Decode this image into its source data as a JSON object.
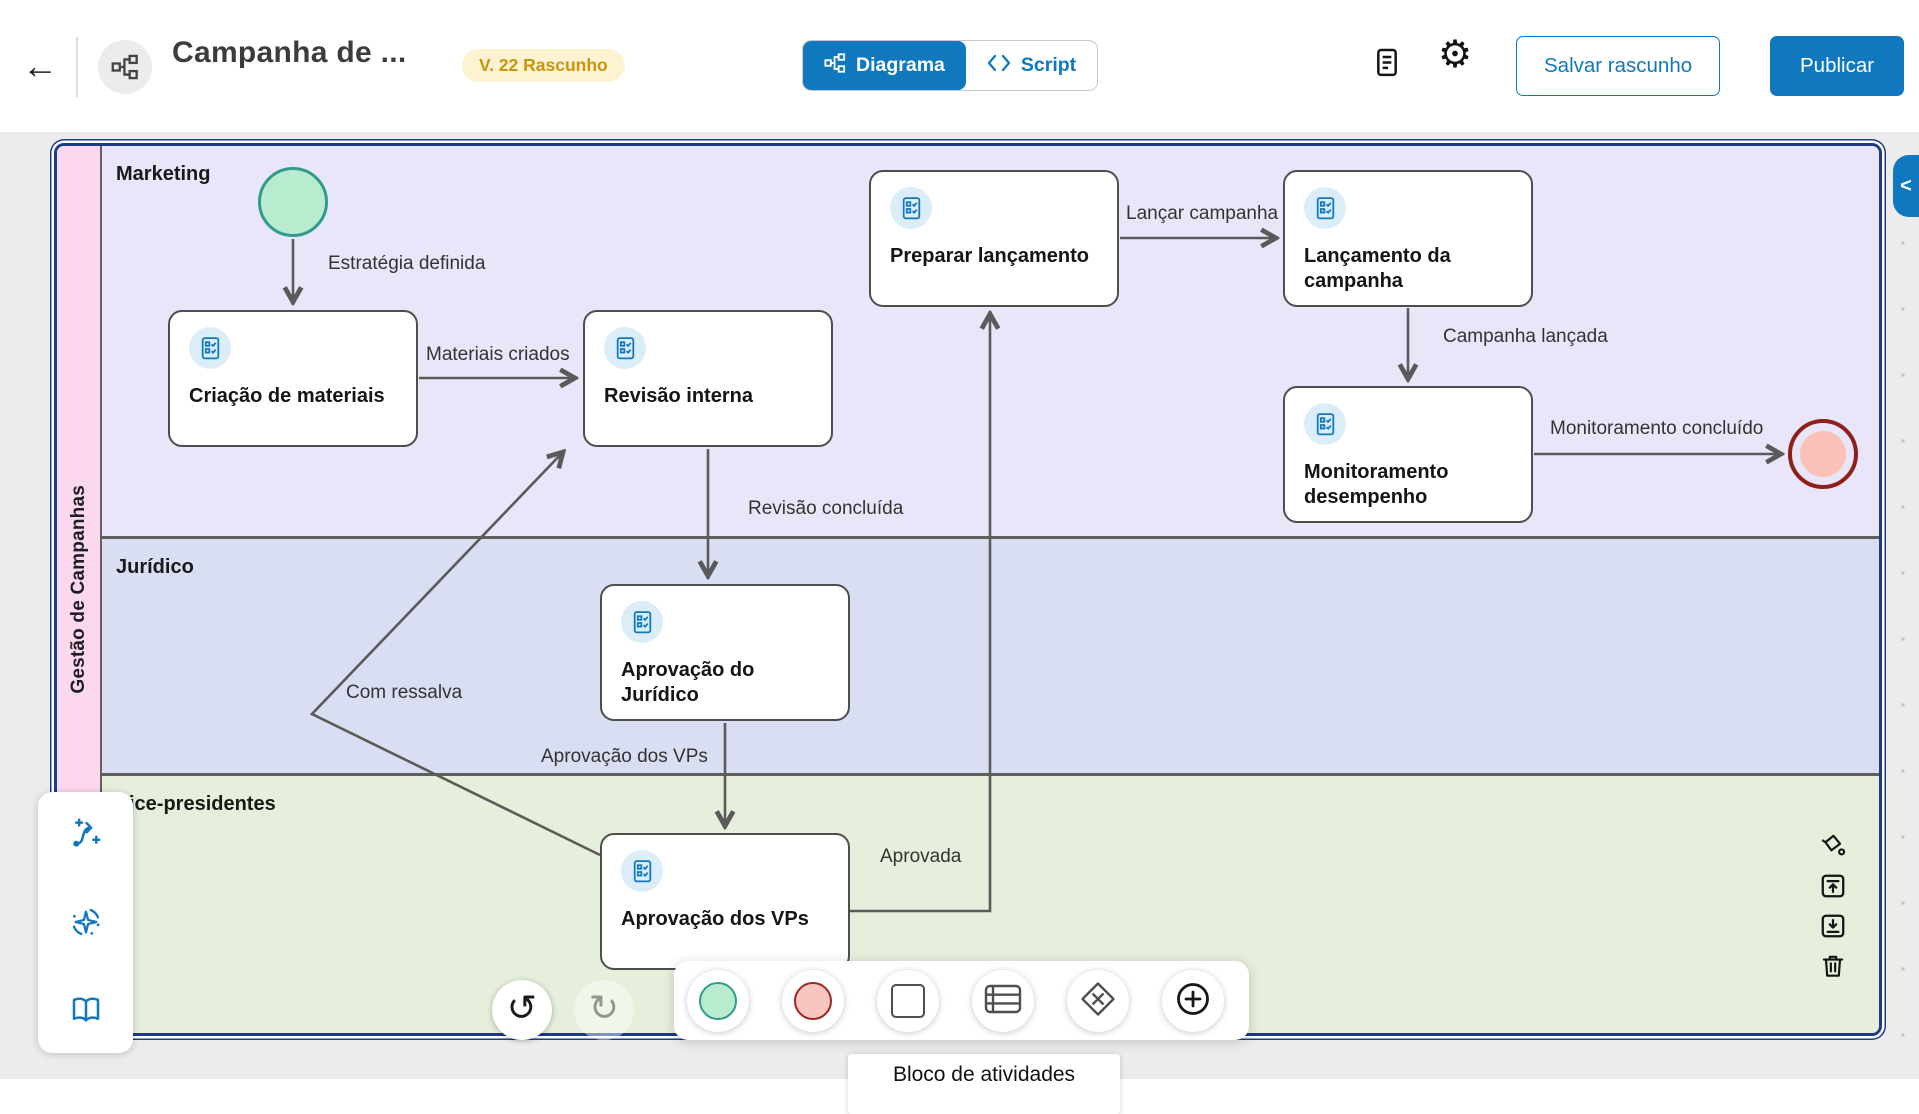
{
  "header": {
    "title": "Campanha de ...",
    "version_badge": "V. 22 Rascunho",
    "view_toggle": {
      "diagram": "Diagrama",
      "script": "Script"
    },
    "buttons": {
      "save_draft": "Salvar rascunho",
      "publish": "Publicar"
    }
  },
  "diagram": {
    "pool_label": "Gestão de Campanhas",
    "lanes": [
      {
        "name": "Marketing"
      },
      {
        "name": "Jurídico"
      },
      {
        "name": "Vice-presidentes"
      }
    ],
    "tasks": {
      "criacao": "Criação de materiais",
      "revisao": "Revisão interna",
      "preparar": "Preparar lançamento",
      "lancamento": "Lançamento da campanha",
      "monitoramento": "Monitoramento desempenho",
      "aprov_juridico": "Aprovação do Jurídico",
      "aprov_vps": "Aprovação dos VPs"
    },
    "edge_labels": {
      "estrategia": "Estratégia definida",
      "materiais": "Materiais criados",
      "revisao_concluida": "Revisão concluída",
      "aprovacao_vps": "Aprovação dos VPs",
      "com_ressalva": "Com ressalva",
      "aprovada": "Aprovada",
      "lancar": "Lançar campanha",
      "campanha_lancada": "Campanha lançada",
      "monitoramento_concluido": "Monitoramento concluído"
    }
  },
  "palette": {
    "tooltip": "Bloco de atividades"
  },
  "icons": {
    "back": "←",
    "gear": "⚙",
    "undo": "↺",
    "redo": "↻",
    "collapse_left": "<"
  },
  "colors": {
    "accent_blue": "#0f78be",
    "pool_border": "#1e3c84",
    "pool_label_bg": "#fbd8ee",
    "lane_marketing": "#e9e6f9",
    "lane_juridico": "#d9def2",
    "lane_vps": "#e5efdb",
    "start_fill": "#b9eccf",
    "start_stroke": "#2f9c8c",
    "end_fill": "#f9c1b8",
    "end_stroke": "#8e201c",
    "badge_bg": "#fdf3d2",
    "badge_text": "#c9940e"
  }
}
